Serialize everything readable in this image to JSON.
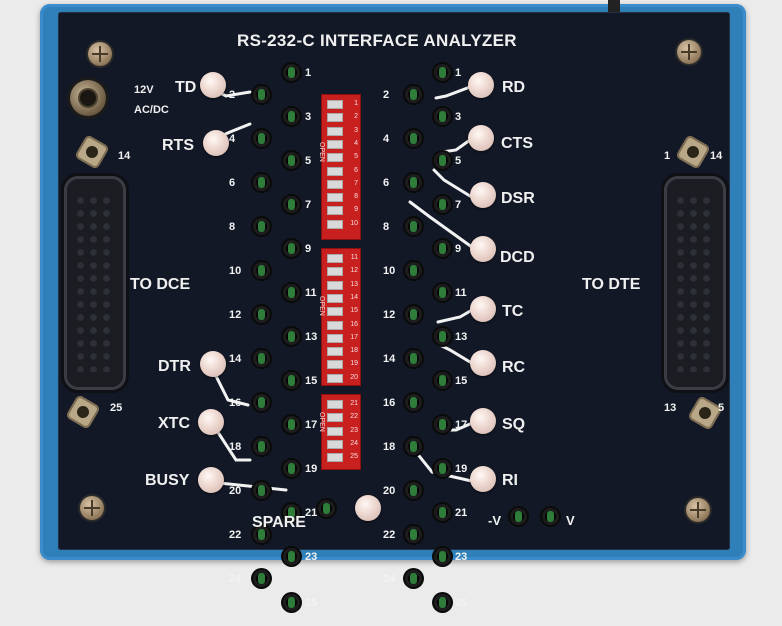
{
  "title": "RS-232-C INTERFACE ANALYZER",
  "power_label_1": "12V",
  "power_label_2": "AC/DC",
  "left_connector_label": "TO DCE",
  "right_connector_label": "TO DTE",
  "spare_label": "SPARE",
  "neg_v_label": "-V",
  "pos_v_label": "V",
  "left_signals": [
    "TD",
    "RTS",
    "DTR",
    "XTC",
    "BUSY"
  ],
  "right_signals": [
    "RD",
    "CTS",
    "DSR",
    "DCD",
    "TC",
    "RC",
    "SQ",
    "RI"
  ],
  "pin_numbers": [
    "1",
    "2",
    "3",
    "4",
    "5",
    "6",
    "7",
    "8",
    "9",
    "10",
    "11",
    "12",
    "13",
    "14",
    "15",
    "16",
    "17",
    "18",
    "19",
    "20",
    "21",
    "22",
    "23",
    "24",
    "25"
  ],
  "left_dsub_pins": [
    "14",
    "25"
  ],
  "right_dsub_pins": [
    "1",
    "14",
    "13",
    "5"
  ],
  "dip_open_label": "OPEN",
  "dip_numbers": [
    "1",
    "2",
    "3",
    "4",
    "5",
    "6",
    "7",
    "8",
    "9",
    "10",
    "11",
    "12",
    "13",
    "14",
    "15",
    "16",
    "17",
    "18",
    "19",
    "20",
    "21",
    "22",
    "23",
    "24",
    "25"
  ]
}
